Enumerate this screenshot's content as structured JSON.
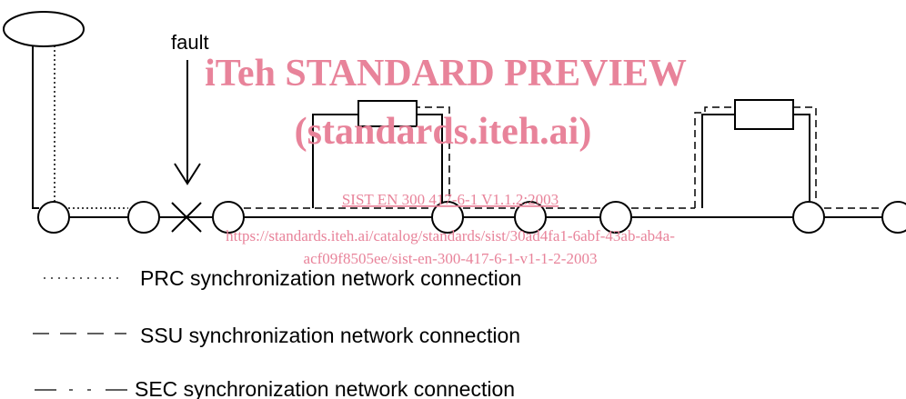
{
  "diagram": {
    "fault_label": "fault",
    "legend": [
      {
        "label": "PRC synchronization network connection",
        "style": "dotted"
      },
      {
        "label": "SSU synchronization network connection",
        "style": "dashed"
      },
      {
        "label": "SEC synchronization network connection",
        "style": "dash-dot"
      }
    ]
  },
  "watermark": {
    "title": "iTeh STANDARD PREVIEW",
    "subtitle": "(standards.iteh.ai)",
    "std_id": "SIST EN 300 417-6-1 V1.1.2:2003",
    "url_line1": "https://standards.iteh.ai/catalog/standards/sist/30ad4fa1-6abf-43ab-ab4a-",
    "url_line2": "acf09f8505ee/sist-en-300-417-6-1-v1-1-2-2003",
    "color": "#e8839a"
  }
}
